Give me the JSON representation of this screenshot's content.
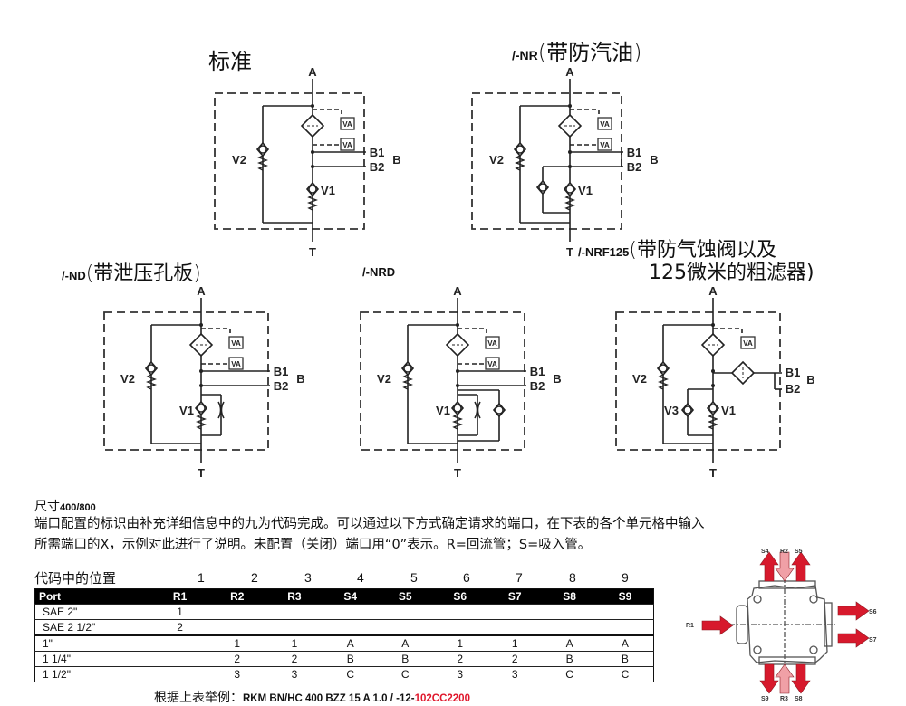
{
  "diagrams": [
    {
      "title": "标准",
      "type": "std",
      "labels": {
        "A": "A",
        "T": "T",
        "B1": "B1",
        "B2": "B2",
        "B": "B",
        "V1": "V1",
        "V2": "V2",
        "VA": "VA"
      }
    },
    {
      "title_code": "/-NR",
      "title": "(带防汽油)",
      "type": "nr",
      "labels": {
        "A": "A",
        "T": "T",
        "B1": "B1",
        "B2": "B2",
        "B": "B",
        "V1": "V1",
        "V2": "V2",
        "VA": "VA"
      }
    },
    {
      "title_code": "/-ND",
      "title": "(带泄压孔板)",
      "type": "nd",
      "labels": {
        "A": "A",
        "T": "T",
        "B1": "B1",
        "B2": "B2",
        "B": "B",
        "V1": "V1",
        "V2": "V2",
        "VA": "VA"
      }
    },
    {
      "title_code": "/-NRD",
      "type": "nrd",
      "labels": {
        "A": "A",
        "T": "T",
        "B1": "B1",
        "B2": "B2",
        "B": "B",
        "V1": "V1",
        "V2": "V2",
        "VA": "VA"
      }
    },
    {
      "title_code": "/-NRF125",
      "title": "(带防气蚀阀以及",
      "title_line2": "125微米的粗滤器)",
      "type": "nrf",
      "labels": {
        "A": "A",
        "T": "T",
        "B1": "B1",
        "B2": "B2",
        "B": "B",
        "V1": "V1",
        "V2": "V2",
        "V3": "V3",
        "VA": "VA"
      }
    }
  ],
  "size": {
    "label": "尺寸",
    "value": "400/800"
  },
  "description": {
    "line1": "端口配置的标识由补充详细信息中的九为代码完成。可以通过以下方式确定请求的端口，在下表的各个单元格中输入",
    "line2": "所需端口的X，示例对此进行了说明。未配置（关闭）端口用“0”表示。R=回流管；S=吸入管。"
  },
  "table": {
    "position_label": "代码中的位置",
    "positions": [
      "1",
      "2",
      "3",
      "4",
      "5",
      "6",
      "7",
      "8",
      "9"
    ],
    "header": [
      "Port",
      "R1",
      "R2",
      "R3",
      "S4",
      "S5",
      "S6",
      "S7",
      "S8",
      "S9"
    ],
    "rows": [
      [
        "SAE 2\"",
        "1",
        "",
        "",
        "",
        "",
        "",
        "",
        "",
        ""
      ],
      [
        "SAE 2 1/2\"",
        "2",
        "",
        "",
        "",
        "",
        "",
        "",
        "",
        ""
      ],
      [
        "1\"",
        "",
        "1",
        "1",
        "A",
        "A",
        "1",
        "1",
        "A",
        "A"
      ],
      [
        "1 1/4\"",
        "",
        "2",
        "2",
        "B",
        "B",
        "2",
        "2",
        "B",
        "B"
      ],
      [
        "1 1/2\"",
        "",
        "3",
        "3",
        "C",
        "C",
        "3",
        "3",
        "C",
        "C"
      ]
    ]
  },
  "example": {
    "label": "根据上表举例：",
    "code": "RKM BN/HC 400 BZZ 15 A 1.0 / -12-",
    "code_highlight": "102CC2200",
    "highlight_color": "#e0182d"
  },
  "port_diagram": {
    "labels": {
      "S4": "S4",
      "R2": "R2",
      "S5": "S5",
      "R1": "R1",
      "S6": "S6",
      "S7": "S7",
      "S9": "S9",
      "R3": "R3",
      "S8": "S8"
    },
    "suction_color": "#d7192c",
    "return_color": "#f0a0a6"
  }
}
